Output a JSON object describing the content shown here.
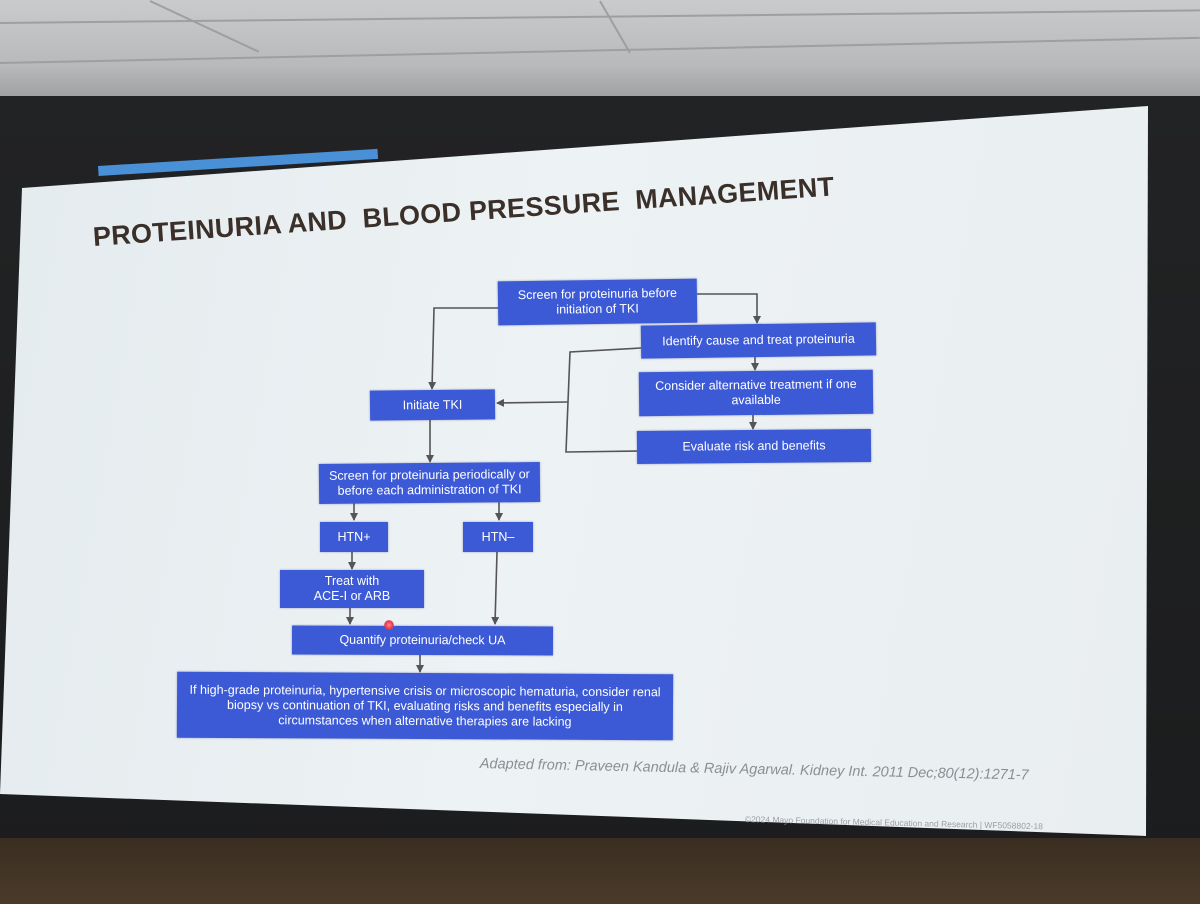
{
  "slide": {
    "title": "PROTEINURIA AND  BLOOD PRESSURE  MANAGEMENT",
    "citation": "Adapted  from: Praveen Kandula & Rajiv Agarwal. Kidney Int. 2011 Dec;80(12):1271-7",
    "footer": "©2024 Mayo Foundation for Medical Education and Research  |  WF5058802-18",
    "colors": {
      "box_fill": "#3c5ad6",
      "box_text": "#ffffff",
      "title": "#3b2f2a",
      "accent_bar": "#4a90d6",
      "arrow": "#555555"
    }
  },
  "flowchart": {
    "screen_initial": "Screen for proteinuria before initiation of TKI",
    "identify_cause": "Identify cause and treat proteinuria",
    "consider_alternative": "Consider alternative treatment if one available",
    "evaluate_risk": "Evaluate risk and benefits",
    "initiate_tki": "Initiate TKI",
    "screen_periodic": "Screen for proteinuria periodically or before each administration of TKI",
    "htn_plus": "HTN+",
    "htn_minus": "HTN–",
    "treat_ace": "Treat with ACE-I or ARB",
    "quantify": "Quantify proteinuria/check UA",
    "final_note": "If high-grade proteinuria, hypertensive crisis or microscopic hematuria, consider renal biopsy vs continuation of TKI, evaluating risks and benefits especially in circumstances when alternative therapies are lacking"
  }
}
